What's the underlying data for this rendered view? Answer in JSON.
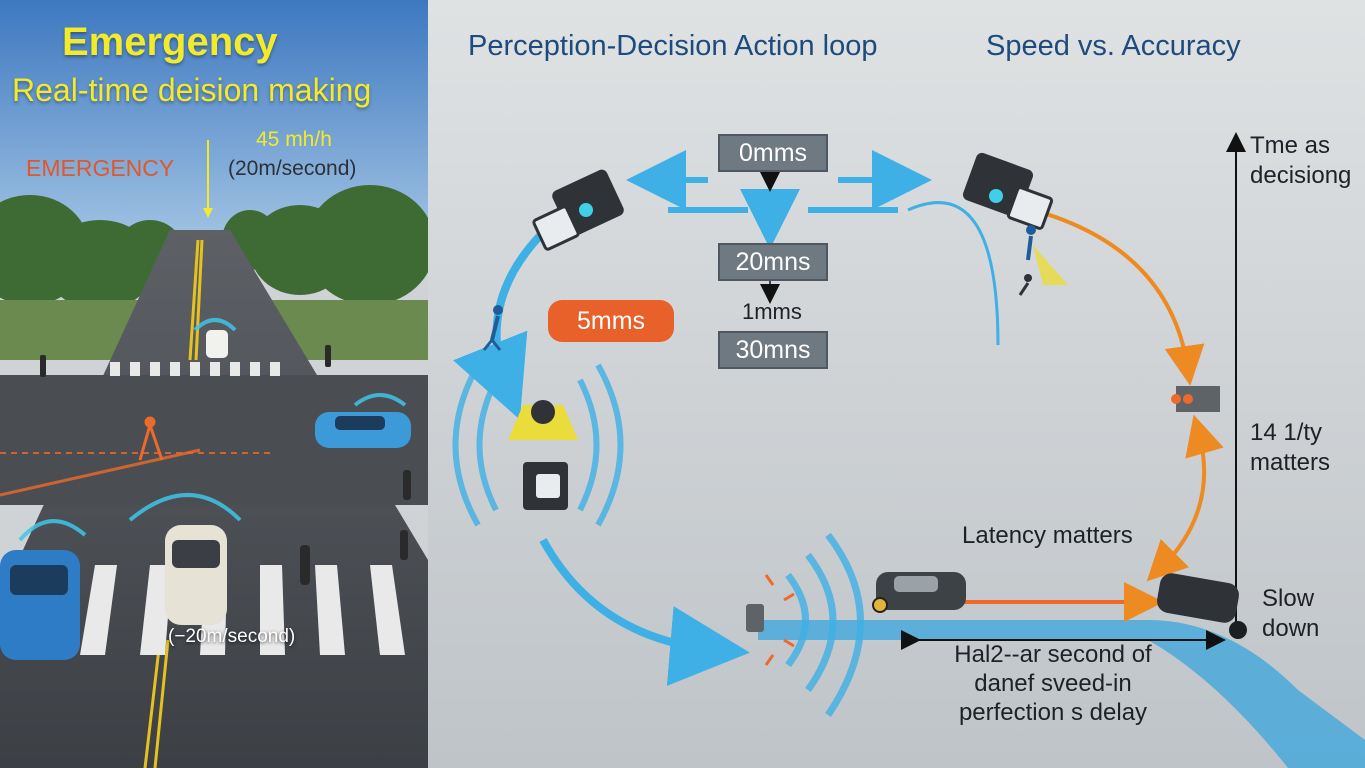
{
  "left_panel": {
    "title": "Emergency",
    "subtitle": "Real-time deision making",
    "emergency_label": "EMERGENCY",
    "speed_label": "45 mh/h",
    "speed_per_second": "(20m/second)",
    "crosswalk_speed": "(−20m/second)"
  },
  "diagram": {
    "header_loop": "Perception-Decision Action loop",
    "header_speed": "Speed vs. Accuracy",
    "ms_labels": {
      "zero": "0mms",
      "twenty": "20mns",
      "one": "1mms",
      "thirty": "30mns",
      "five": "5mms"
    },
    "time_label": "Tme as decisiong",
    "accuracy_label": "14 1/ty matters",
    "latency_label": "Latency matters",
    "slow_label": "Slow down",
    "delay_label": "Hal2-‑ar second of danef sveed-in perfection s delay"
  },
  "colors": {
    "loop_blue": "#3fb0e6",
    "accent_orange": "#ee6a2a",
    "title_yellow": "#f2ea2a",
    "header_navy": "#1f4a7c"
  }
}
